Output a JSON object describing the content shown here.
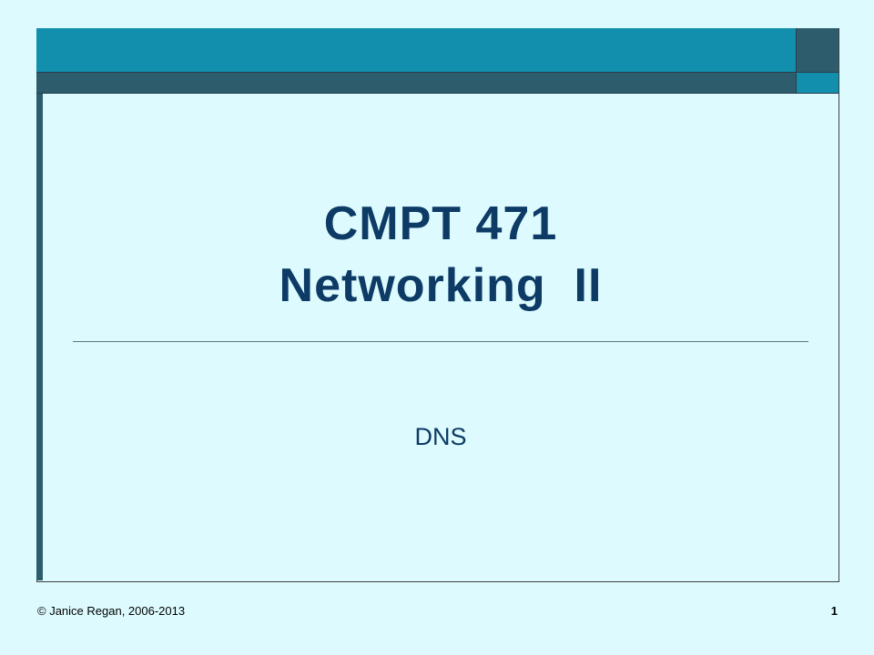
{
  "slide": {
    "title_line1": "CMPT 471",
    "title_line2": "Networking  II",
    "subtitle": "DNS",
    "footer_text": "© Janice Regan, 2006-2013",
    "page_number": "1"
  },
  "colors": {
    "background": "#ddfbfe",
    "accent_teal": "#118fad",
    "accent_dark": "#2d5c6c",
    "title_text": "#0d3b66"
  }
}
